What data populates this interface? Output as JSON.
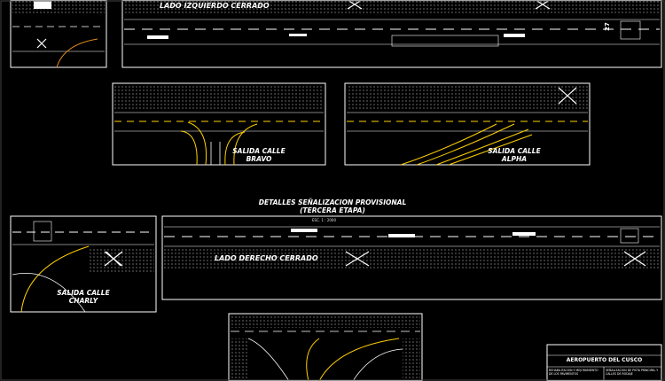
{
  "colors": {
    "background": "#000000",
    "frame": "#ffffff",
    "centerline": "#ffd000",
    "markings": "#ffffff",
    "dots": "#ffffff"
  },
  "labels": {
    "left_side_closed": "LADO IZQUIERDO CERRADO",
    "right_side_closed": "LADO DERECHO CERRADO",
    "exit_bravo": [
      "SALIDA CALLE",
      "BRAVO"
    ],
    "exit_alpha": [
      "SALIDA CALLE",
      "ALPHA"
    ],
    "exit_charly": [
      "SALIDA CALLE",
      "CHARLY"
    ],
    "section_title": "DETALLES SEÑALIZACION PROVISIONAL",
    "section_subtitle": "(TERCERA ETAPA)",
    "scale_note": "ESC. 1 : 2000",
    "runway_number": "27"
  },
  "title_block": {
    "project": "AEROPUERTO DEL CUSCO",
    "description_left": "REHABILITACION Y MEJORAMIENTO DE LOS PAVIMENTOS",
    "description_right": "SEÑALIZACION DE PISTA PRINCIPAL Y CALLES DE RODAJE"
  }
}
